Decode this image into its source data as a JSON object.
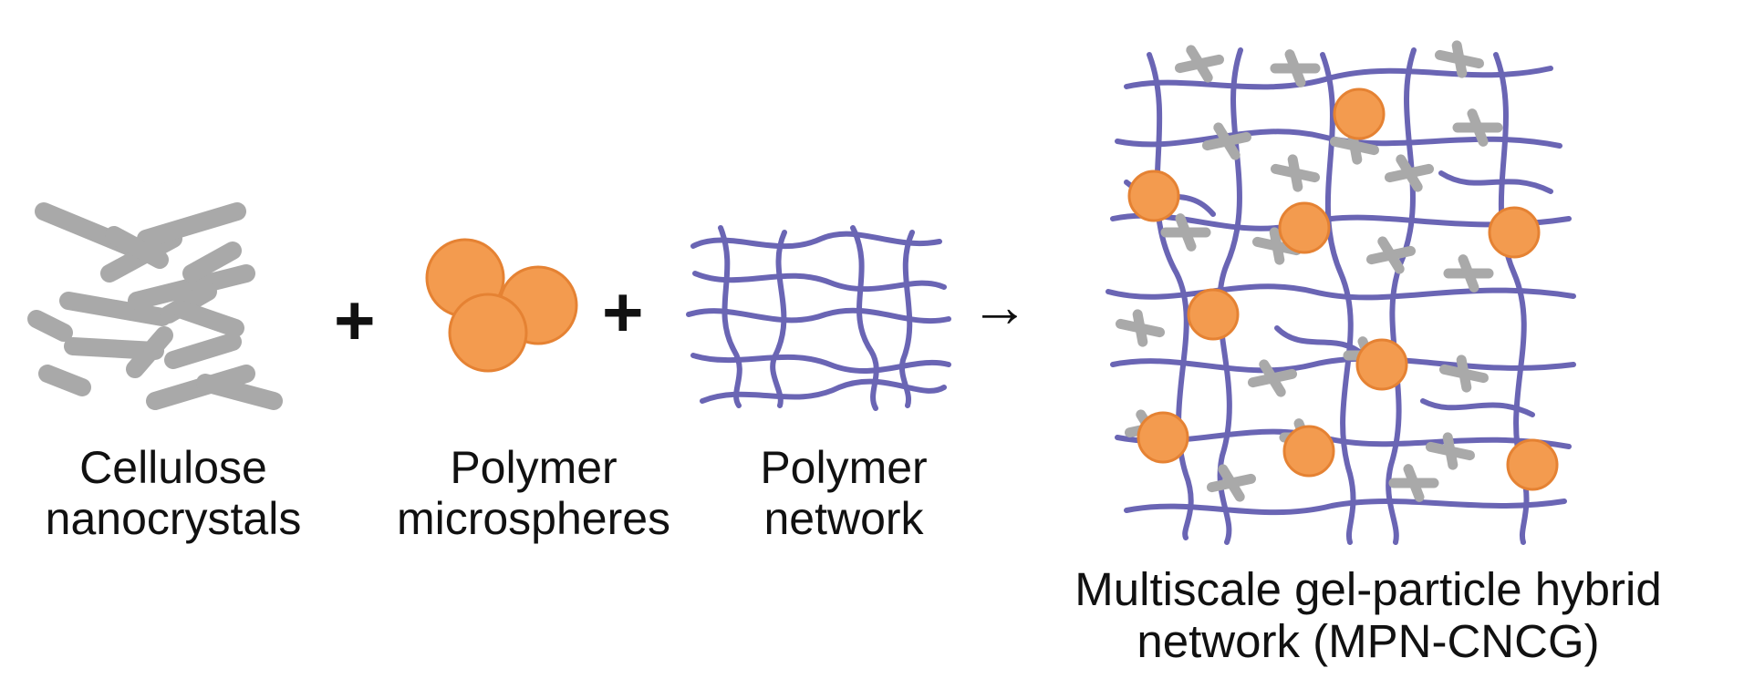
{
  "colors": {
    "crystal_fill": "#a9a9a9",
    "crystal_stroke": "#8a8a8a",
    "sphere_fill": "#f39b4f",
    "sphere_stroke": "#e58233",
    "network": "#6a65b4",
    "text": "#111111"
  },
  "components": [
    {
      "lines": [
        "Cellulose",
        "nanocrystals"
      ]
    },
    {
      "lines": [
        "Polymer",
        "microspheres"
      ]
    },
    {
      "lines": [
        "Polymer",
        "network"
      ]
    }
  ],
  "operators": {
    "plus": "+",
    "arrow": "→"
  },
  "result": {
    "lines": [
      "Multiscale gel-particle hybrid",
      "network (MPN-CNCG)"
    ]
  },
  "icons": [
    "nanocrystal-rod-icon",
    "microsphere-icon",
    "polymer-network-icon",
    "hybrid-network-icon"
  ]
}
